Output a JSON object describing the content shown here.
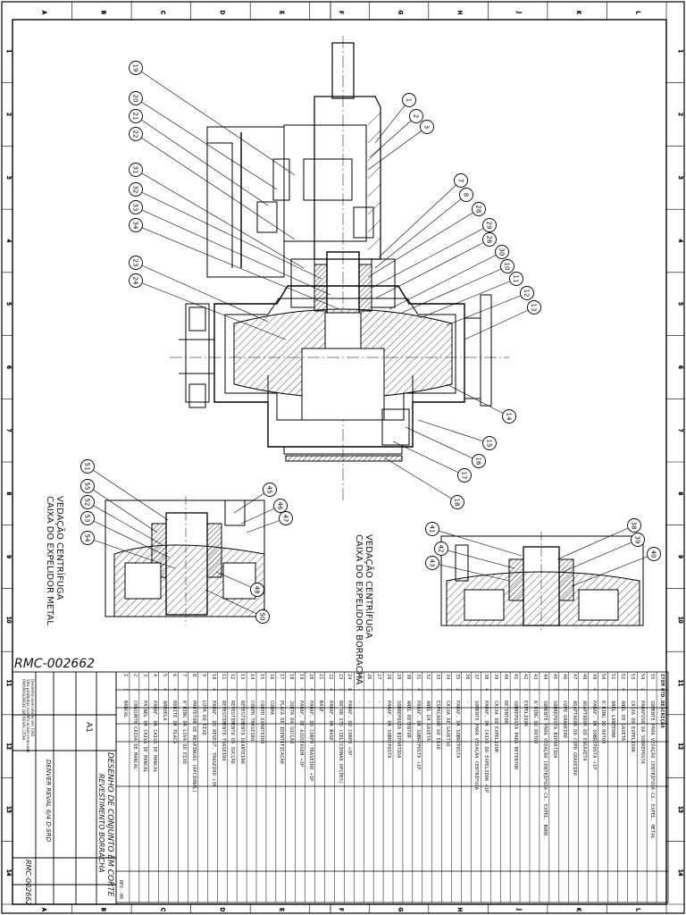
{
  "drawing": {
    "number": "RMC-002662",
    "sheet_size": "A1",
    "title_line1": "DESENHO DE CONJUNTO EM CORTE",
    "title_line2": "REVESTIMENTO BORRACHA",
    "model": "DENVER REVAL 6/4 D-SRD",
    "drawing_no_box": "RMC-002662",
    "rev_label": "REV.-00",
    "company": "PROPRIEDADE DA REVAL LTDA.",
    "cad_note": "Desenho executado em CAD",
    "cad_note2": "São proibidas modificações manuais"
  },
  "views": {
    "left_label_1": "VEDAÇÃO CENTRÍFUGA",
    "left_label_2": "CAIXA DO EXPELIDOR METAL",
    "center_label_1": "VEDAÇÃO CENTRÍFUGA",
    "center_label_2": "CAIXA DO EXPELIDOR BORRACHA"
  },
  "balloons_main": [
    "19",
    "20",
    "21",
    "22",
    "31",
    "32",
    "33",
    "34",
    "23",
    "24",
    "1",
    "2",
    "3",
    "7",
    "8",
    "28",
    "29",
    "26",
    "30",
    "10",
    "11",
    "12",
    "13",
    "14",
    "15",
    "16",
    "17",
    "18"
  ],
  "balloons_left": [
    "51",
    "55",
    "52",
    "53",
    "54",
    "45",
    "46",
    "47",
    "48",
    "50"
  ],
  "balloons_right": [
    "41",
    "42",
    "43",
    "38",
    "39",
    "40"
  ],
  "grid_cols": [
    "1",
    "2",
    "3",
    "4",
    "5",
    "6",
    "7",
    "8",
    "9",
    "10",
    "11",
    "12",
    "13",
    "14"
  ],
  "grid_rows": [
    "A",
    "B",
    "C",
    "D",
    "E",
    "F",
    "G",
    "H",
    "J",
    "K",
    "L"
  ],
  "bom": [
    {
      "item": "1",
      "desc": "MANCAL",
      "qty": "1"
    },
    {
      "item": "2",
      "desc": "CONJUNTO CAIXA DE MANCAL",
      "qty": "1"
    },
    {
      "item": "3",
      "desc": "PAINEL DA CAIXA DE MANCAL",
      "qty": "1"
    },
    {
      "item": "4",
      "desc": "PARAF. DA CAIXA DE MANCAL",
      "qty": "4"
    },
    {
      "item": "5",
      "desc": "ARRUELA",
      "qty": "4"
    },
    {
      "item": "6",
      "desc": "REBITE DA PLACA",
      "qty": "4"
    },
    {
      "item": "7",
      "desc": "O'RING DA LUVA DO EIXO",
      "qty": "1"
    },
    {
      "item": "8",
      "desc": "PROTETOR DE RESPINGOS (OPCIONAL)",
      "qty": "1"
    },
    {
      "item": "9",
      "desc": "LUVA DO EIXO",
      "qty": "1"
    },
    {
      "item": "10",
      "desc": "PARAF. DO REVEST. TRASEIRO +3P",
      "qty": "4"
    },
    {
      "item": "11",
      "desc": "REVESTIMENTO TRASEIRO",
      "qty": "1"
    },
    {
      "item": "12",
      "desc": "REVESTIMENTO DA SUCÇÃO",
      "qty": "1"
    },
    {
      "item": "13",
      "desc": "REVESTIMENTO DIANTEIRO",
      "qty": "1"
    },
    {
      "item": "14",
      "desc": "CORPO TRASEIRO",
      "qty": "1"
    },
    {
      "item": "15",
      "desc": "CORPO DIANTEIRO",
      "qty": "1"
    },
    {
      "item": "16",
      "desc": "CUNHA",
      "qty": "1"
    },
    {
      "item": "17",
      "desc": "PLACA DE IDENTIFICAÇÃO",
      "qty": "1"
    },
    {
      "item": "18",
      "desc": "JUNTA DA SUCÇÃO",
      "qty": "1"
    },
    {
      "item": "19",
      "desc": "PARAF. DE AJUSTAGEM +3P",
      "qty": "4"
    },
    {
      "item": "20",
      "desc": "PARAF. DO CORPO TRASEIRO +1P",
      "qty": "4"
    },
    {
      "item": "21",
      "desc": "BASE",
      "qty": "1"
    },
    {
      "item": "22",
      "desc": "PARAF. DA BASE",
      "qty": "4"
    },
    {
      "item": "23",
      "desc": "ROTOR STD (SELECIONAR OPÇÕES)",
      "qty": "1"
    },
    {
      "item": "24",
      "desc": "PARAF. DO CORPO +3P",
      "qty": "8"
    },
    {
      "item": "25",
      "desc": "-",
      "qty": "-"
    },
    {
      "item": "26",
      "desc": "-",
      "qty": "-"
    },
    {
      "item": "27",
      "desc": "-",
      "qty": "-"
    },
    {
      "item": "28",
      "desc": "PARAF. DA SOBREPOSTA",
      "qty": "2"
    },
    {
      "item": "29",
      "desc": "SOBREPOSTA BIPARTIDA",
      "qty": "1"
    },
    {
      "item": "30",
      "desc": "ANEL RETENTOR",
      "qty": "1"
    },
    {
      "item": "31",
      "desc": "PARAF. DA SOBREPOSTA +1P",
      "qty": "4"
    },
    {
      "item": "32",
      "desc": "ANEL DA GAXETA",
      "qty": "1"
    },
    {
      "item": "33",
      "desc": "ESPAÇADOR DO EIXO",
      "qty": "1"
    },
    {
      "item": "34",
      "desc": "CAIXA DE GAXETAS",
      "qty": "1"
    },
    {
      "item": "35",
      "desc": "PARAF. DA SOBREPOSTA",
      "qty": "2"
    },
    {
      "item": "36",
      "desc": "-",
      "qty": "-"
    },
    {
      "item": "37",
      "desc": "SOMENTE PARA VEDAÇÃO CENTRÍFUGA",
      "qty": ""
    },
    {
      "item": "38",
      "desc": "PARAF. DA CAIXA DO EXPELIDOR +1P",
      "qty": "4"
    },
    {
      "item": "39",
      "desc": "CAIXA DO EXPELIDOR",
      "qty": "1"
    },
    {
      "item": "40",
      "desc": "RETENTOR",
      "qty": "1"
    },
    {
      "item": "41",
      "desc": "SOBREPOSTA PARA RETENTOR",
      "qty": "1"
    },
    {
      "item": "42",
      "desc": "EXPELIDOR",
      "qty": "1"
    },
    {
      "item": "43",
      "desc": "O'RING DO ROTOR",
      "qty": "1"
    },
    {
      "item": "44",
      "desc": "SOMENTE PARA VEDAÇÃO CENTRÍFUGA-CX. EXPEL. BORR.",
      "qty": ""
    },
    {
      "item": "45",
      "desc": "SOBREPOSTA BIPARTIDA",
      "qty": "1"
    },
    {
      "item": "46",
      "desc": "COPO GRAXEIRO",
      "qty": "1"
    },
    {
      "item": "47",
      "desc": "ADAPTADOR DO COPO GRAXEIRO",
      "qty": "1"
    },
    {
      "item": "48",
      "desc": "ADAPTADOR DO ENGAXETA",
      "qty": "1"
    },
    {
      "item": "49",
      "desc": "PARAF. DA SOBREPOSTA +1P",
      "qty": "4"
    },
    {
      "item": "50",
      "desc": "O'RING DO ROTOR",
      "qty": "1"
    },
    {
      "item": "51",
      "desc": "ANEL LANTERNA",
      "qty": "1"
    },
    {
      "item": "52",
      "desc": "ANEL DE GAXETA",
      "qty": "4"
    },
    {
      "item": "53",
      "desc": "CAIXA DO EXPELIDOR",
      "qty": "1"
    },
    {
      "item": "54",
      "desc": "PARAFUSO DA SOBREPOSTA",
      "qty": "2"
    },
    {
      "item": "55",
      "desc": "SOMENTE PARA VEDAÇÃO CENTRÍFUGA-CX. EXPEL. METAL",
      "qty": ""
    }
  ],
  "bom_header": {
    "item": "ITEM",
    "desc": "DESCRIÇÃO",
    "qty": "QTD."
  }
}
